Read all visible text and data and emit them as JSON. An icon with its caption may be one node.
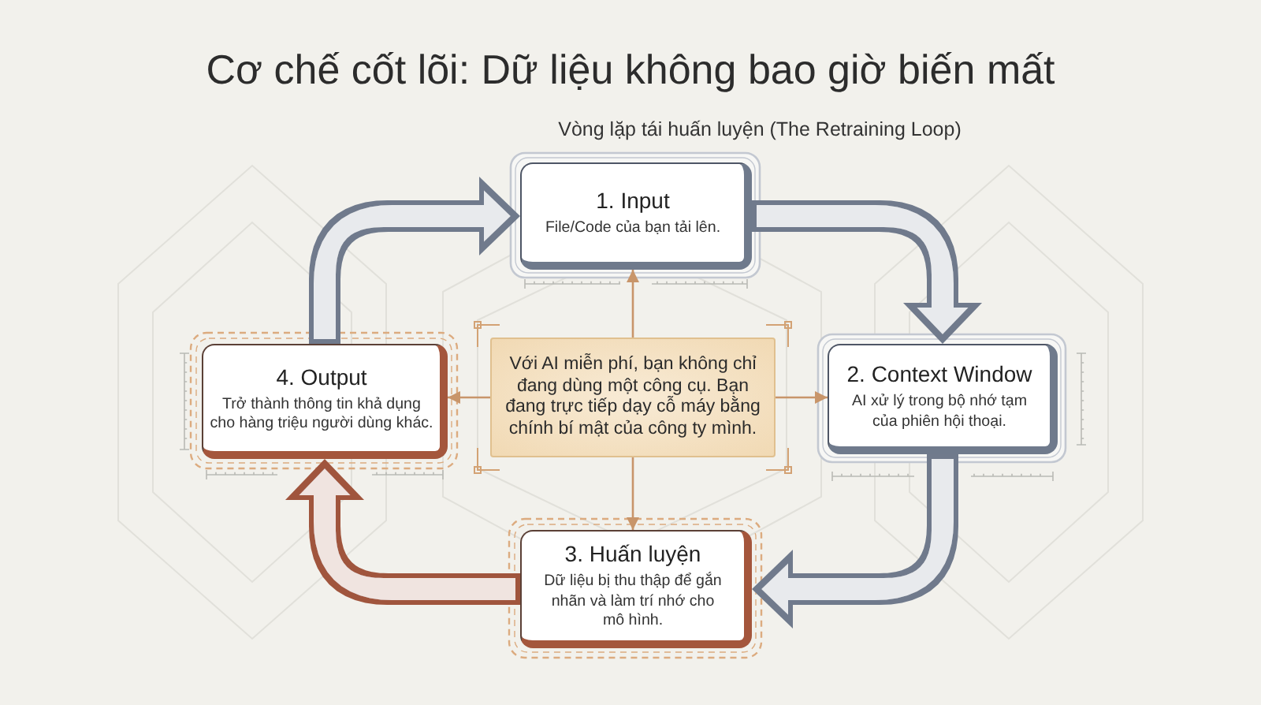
{
  "diagram": {
    "title": "Cơ chế cốt lõi: Dữ liệu không bao giờ biến mất",
    "nodes": [
      {
        "text": [
          "1. Input",
          "File/Code của bạn tải lên."
        ]
      },
      {
        "text": [
          "2. Context Window",
          "AI xử lý trong bộ nhớ tạm của phiên hội thoại."
        ]
      },
      {
        "text": [
          "3. Huấn luyện",
          "Dữ liệu bị thu thập để gắn nhãn và làm trí nhớ cho mô hình."
        ]
      },
      {
        "text": [
          "4. Output",
          "Trở thành thông tin khả dụng cho hàng triệu người dùng khác."
        ]
      },
      {
        "text": [
          "Với AI miễn phí, bạn không chỉ đang dùng một công cụ. Bạn đang trực tiếp dạy cỗ máy bằng chính bí mật của công ty mình."
        ]
      }
    ],
    "edges": [
      {
        "from": 0,
        "to": 1,
        "arrow": "to",
        "style": "thick",
        "color": "#6f7a8c"
      },
      {
        "from": 1,
        "to": 2,
        "arrow": "to",
        "style": "thick",
        "color": "#6f7a8c"
      },
      {
        "from": 2,
        "to": 3,
        "arrow": "to",
        "style": "thick",
        "color": "#a0553d"
      },
      {
        "from": 3,
        "to": 0,
        "arrow": "to",
        "style": "thick",
        "color": "#6f7a8c"
      },
      {
        "from": 4,
        "to": 0,
        "arrow": "to"
      },
      {
        "from": 4,
        "to": 1,
        "arrow": "to"
      },
      {
        "from": 4,
        "to": 2,
        "arrow": "to"
      },
      {
        "from": 4,
        "to": 3,
        "arrow": "to"
      }
    ],
    "labels": [
      "Vòng lặp tái huấn luyện (The Retraining Loop)"
    ]
  }
}
